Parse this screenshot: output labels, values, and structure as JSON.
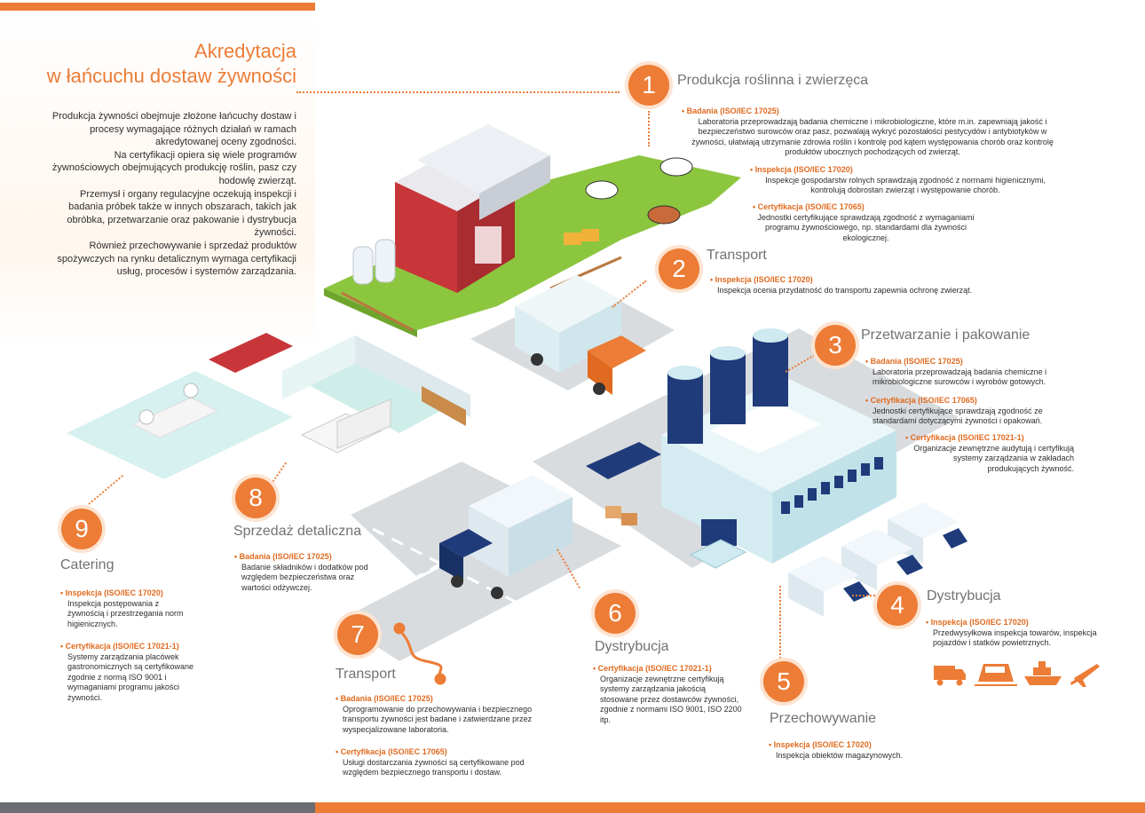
{
  "title": {
    "line1": "Akredytacja",
    "line2": "w łańcuchu dostaw żywności"
  },
  "intro": [
    "Produkcja żywności obejmuje złożone łańcuchy dostaw i procesy wymagające różnych działań w ramach akredytowanej oceny zgodności.",
    "Na certyfikacji opiera się wiele programów żywnościowych obejmujących produkcję roślin, pasz czy hodowlę zwierząt.",
    "Przemysł i organy regulacyjne oczekują inspekcji i badania próbek także w innych obszarach, takich jak obróbka, przetwarzanie oraz pakowanie i dystrybucja żywności.",
    "Również przechowywanie i sprzedaż produktów spożywczych na rynku detalicznym wymaga certyfikacji usług, procesów i systemów zarządzania."
  ],
  "sections": {
    "s1": {
      "num": "1",
      "title": "Produkcja roślinna i zwierzęca",
      "items": [
        {
          "label": "Badania (ISO/IEC 17025)",
          "text": "Laboratoria przeprowadzają badania chemiczne i mikrobiologiczne, które m.in. zapewniają jakość i bezpieczeństwo surowców oraz pasz, pozwalają wykryć pozostałości pestycydów i antybiotyków w żywności, ułatwiają utrzymanie zdrowia roślin i kontrolę pod kątem występowania chorób oraz kontrolę produktów ubocznych pochodzących od zwierząt."
        },
        {
          "label": "Inspekcja (ISO/IEC 17020)",
          "text": "Inspekcje gospodarstw rolnych sprawdzają zgodność z normami higienicznymi, kontrolują dobrostan zwierząt i występowanie chorób."
        },
        {
          "label": "Certyfikacja (ISO/IEC 17065)",
          "text": "Jednostki certyfikujące sprawdzają zgodność z wymaganiami programu żywnościowego, np. standardami dla żywności ekologicznej."
        }
      ]
    },
    "s2": {
      "num": "2",
      "title": "Transport",
      "items": [
        {
          "label": "Inspekcja (ISO/IEC 17020)",
          "text": "Inspekcja ocenia przydatność do transportu zapewnia ochronę zwierząt."
        }
      ]
    },
    "s3": {
      "num": "3",
      "title": "Przetwarzanie i pakowanie",
      "items": [
        {
          "label": "Badania (ISO/IEC 17025)",
          "text": "Laboratoria przeprowadzają badania chemiczne i mikrobiologiczne surowców i wyrobów gotowych."
        },
        {
          "label": "Certyfikacja (ISO/IEC 17065)",
          "text": "Jednostki certyfikujące sprawdzają zgodność ze standardami dotyczącymi żywności i opakowań."
        },
        {
          "label": "Certyfikacja (ISO/IEC 17021-1)",
          "text": "Organizacje zewnętrzne audytują i certyfikują systemy zarządzania w zakładach produkujących żywność."
        }
      ]
    },
    "s4": {
      "num": "4",
      "title": "Dystrybucja",
      "items": [
        {
          "label": "Inspekcja (ISO/IEC 17020)",
          "text": "Przedwysyłkowa inspekcja towarów, inspekcja pojazdów i statków powietrznych."
        }
      ]
    },
    "s5": {
      "num": "5",
      "title": "Przechowywanie",
      "items": [
        {
          "label": "Inspekcja (ISO/IEC 17020)",
          "text": "Inspekcja obiektów magazynowych."
        }
      ]
    },
    "s6": {
      "num": "6",
      "title": "Dystrybucja",
      "items": [
        {
          "label": "Certyfikacja (ISO/IEC 17021-1)",
          "text": "Organizacje zewnętrzne certyfikują systemy zarządzania jakością stosowane przez dostawców żywności, zgodnie z normami ISO 9001, ISO 2200 itp."
        }
      ]
    },
    "s7": {
      "num": "7",
      "title": "Transport",
      "items": [
        {
          "label": "Badania (ISO/IEC 17025)",
          "text": "Oprogramowanie do przechowywania i bezpiecznego transportu żywności jest badane i zatwierdzane przez wyspecjalizowane laboratoria."
        },
        {
          "label": "Certyfikacja (ISO/IEC 17065)",
          "text": "Usługi dostarczania żywności są certyfikowane pod względem bezpiecznego transportu i dostaw."
        }
      ]
    },
    "s8": {
      "num": "8",
      "title": "Sprzedaż detaliczna",
      "items": [
        {
          "label": "Badania (ISO/IEC 17025)",
          "text": "Badanie składników i dodatków pod względem bezpieczeństwa oraz wartości odżywczej."
        }
      ]
    },
    "s9": {
      "num": "9",
      "title": "Catering",
      "items": [
        {
          "label": "Inspekcja (ISO/IEC 17020)",
          "text": "Inspekcja postępowania z żywnością i przestrzegania norm higienicznych."
        },
        {
          "label": "Certyfikacja (ISO/IEC 17021-1)",
          "text": "Systemy zarządzania placówek gastronomicznych są certyfikowane zgodnie z normą ISO 9001 i wymaganiami programu jakości żywności."
        }
      ]
    }
  },
  "transport_icons": [
    "truck-icon",
    "train-icon",
    "ship-icon",
    "plane-icon"
  ],
  "colors": {
    "accent": "#ec7c36",
    "navy": "#1f3b7a",
    "grass": "#8cc63f",
    "barn": "#c8363a",
    "road": "#d9dcdf",
    "ice": "#e6f5f7"
  }
}
